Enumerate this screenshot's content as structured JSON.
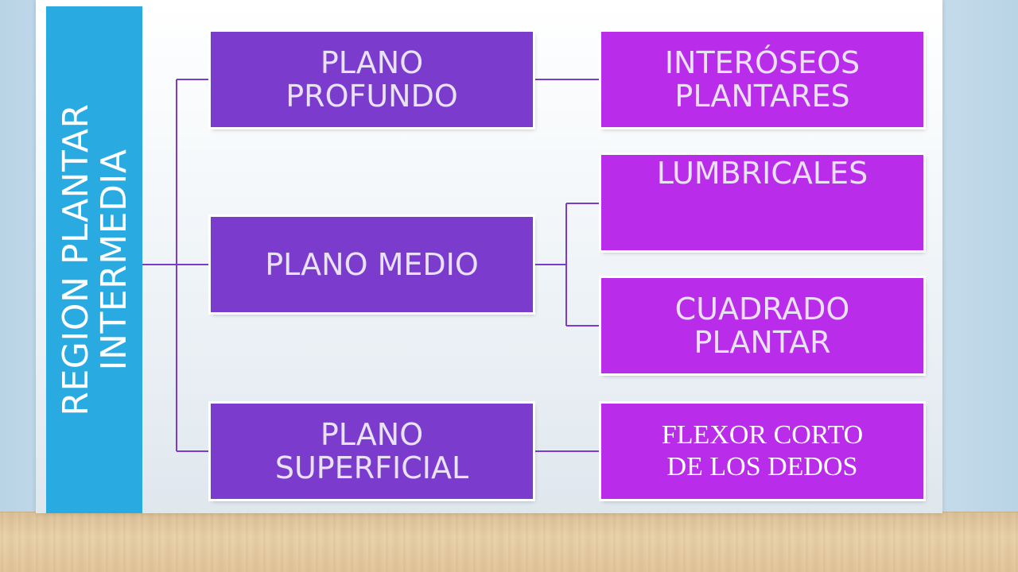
{
  "slide": {
    "root": {
      "label": "REGION PLANTAR\nINTERMEDIA"
    },
    "planes": [
      {
        "label": "PLANO\nPROFUNDO",
        "muscles": [
          "INTERÓSEOS\nPLANTARES"
        ]
      },
      {
        "label": "PLANO MEDIO",
        "muscles": [
          "LUMBRICALES",
          "CUADRADO\nPLANTAR"
        ]
      },
      {
        "label": "PLANO\nSUPERFICIAL",
        "muscles": [
          "FLEXOR CORTO\nDE LOS DEDOS"
        ]
      }
    ]
  },
  "colors": {
    "root_bar": "#29abe2",
    "plane_box": "#7b3cce",
    "muscle_box": "#b92cea",
    "connector": "#7b3cce"
  }
}
